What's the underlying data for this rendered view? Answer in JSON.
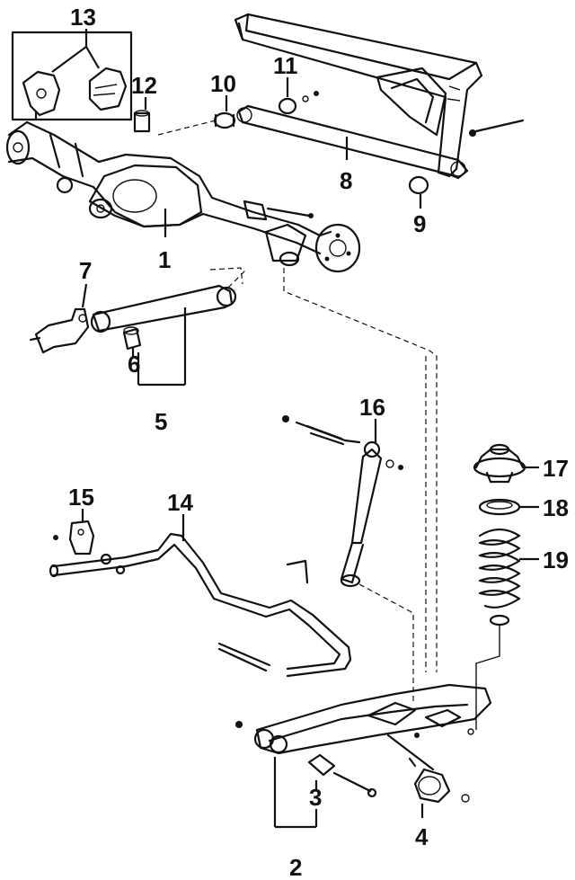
{
  "diagram": {
    "callouts": [
      "1",
      "2",
      "3",
      "4",
      "5",
      "6",
      "7",
      "8",
      "9",
      "10",
      "11",
      "12",
      "13",
      "14",
      "15",
      "16",
      "17",
      "18",
      "19"
    ]
  }
}
